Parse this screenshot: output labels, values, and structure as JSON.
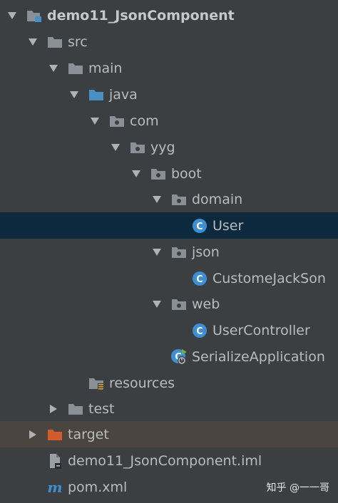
{
  "tree": {
    "items": [
      {
        "label": "demo11_JsonComponent",
        "icon": "module-folder-icon",
        "expanded": true
      },
      {
        "label": "src",
        "icon": "folder-icon",
        "expanded": true
      },
      {
        "label": "main",
        "icon": "folder-icon",
        "expanded": true
      },
      {
        "label": "java",
        "icon": "source-root-folder-icon",
        "expanded": true
      },
      {
        "label": "com",
        "icon": "package-icon",
        "expanded": true
      },
      {
        "label": "yyg",
        "icon": "package-icon",
        "expanded": true
      },
      {
        "label": "boot",
        "icon": "package-icon",
        "expanded": true
      },
      {
        "label": "domain",
        "icon": "package-icon",
        "expanded": true
      },
      {
        "label": "User",
        "icon": "java-class-icon",
        "selected": true
      },
      {
        "label": "json",
        "icon": "package-icon",
        "expanded": true
      },
      {
        "label": "CustomeJackSon",
        "icon": "java-class-icon"
      },
      {
        "label": "web",
        "icon": "package-icon",
        "expanded": true
      },
      {
        "label": "UserController",
        "icon": "java-class-icon"
      },
      {
        "label": "SerializeApplication",
        "icon": "spring-boot-class-icon"
      },
      {
        "label": "resources",
        "icon": "resources-folder-icon"
      },
      {
        "label": "test",
        "icon": "folder-icon",
        "expanded": false
      },
      {
        "label": "target",
        "icon": "excluded-folder-icon",
        "expanded": false
      },
      {
        "label": "demo11_JsonComponent.iml",
        "icon": "iml-file-icon"
      },
      {
        "label": "pom.xml",
        "icon": "maven-icon"
      }
    ]
  },
  "watermark": "知乎 @一一哥",
  "colors": {
    "background": "#3c3f41",
    "selected_row": "#0d293e",
    "excluded_row": "#4a463f",
    "folder": "#8b9096",
    "source_folder": "#4a8fc4",
    "excluded_folder": "#d35a2a",
    "class_icon": "#3d8fd1",
    "text": "#bbbbbb"
  }
}
